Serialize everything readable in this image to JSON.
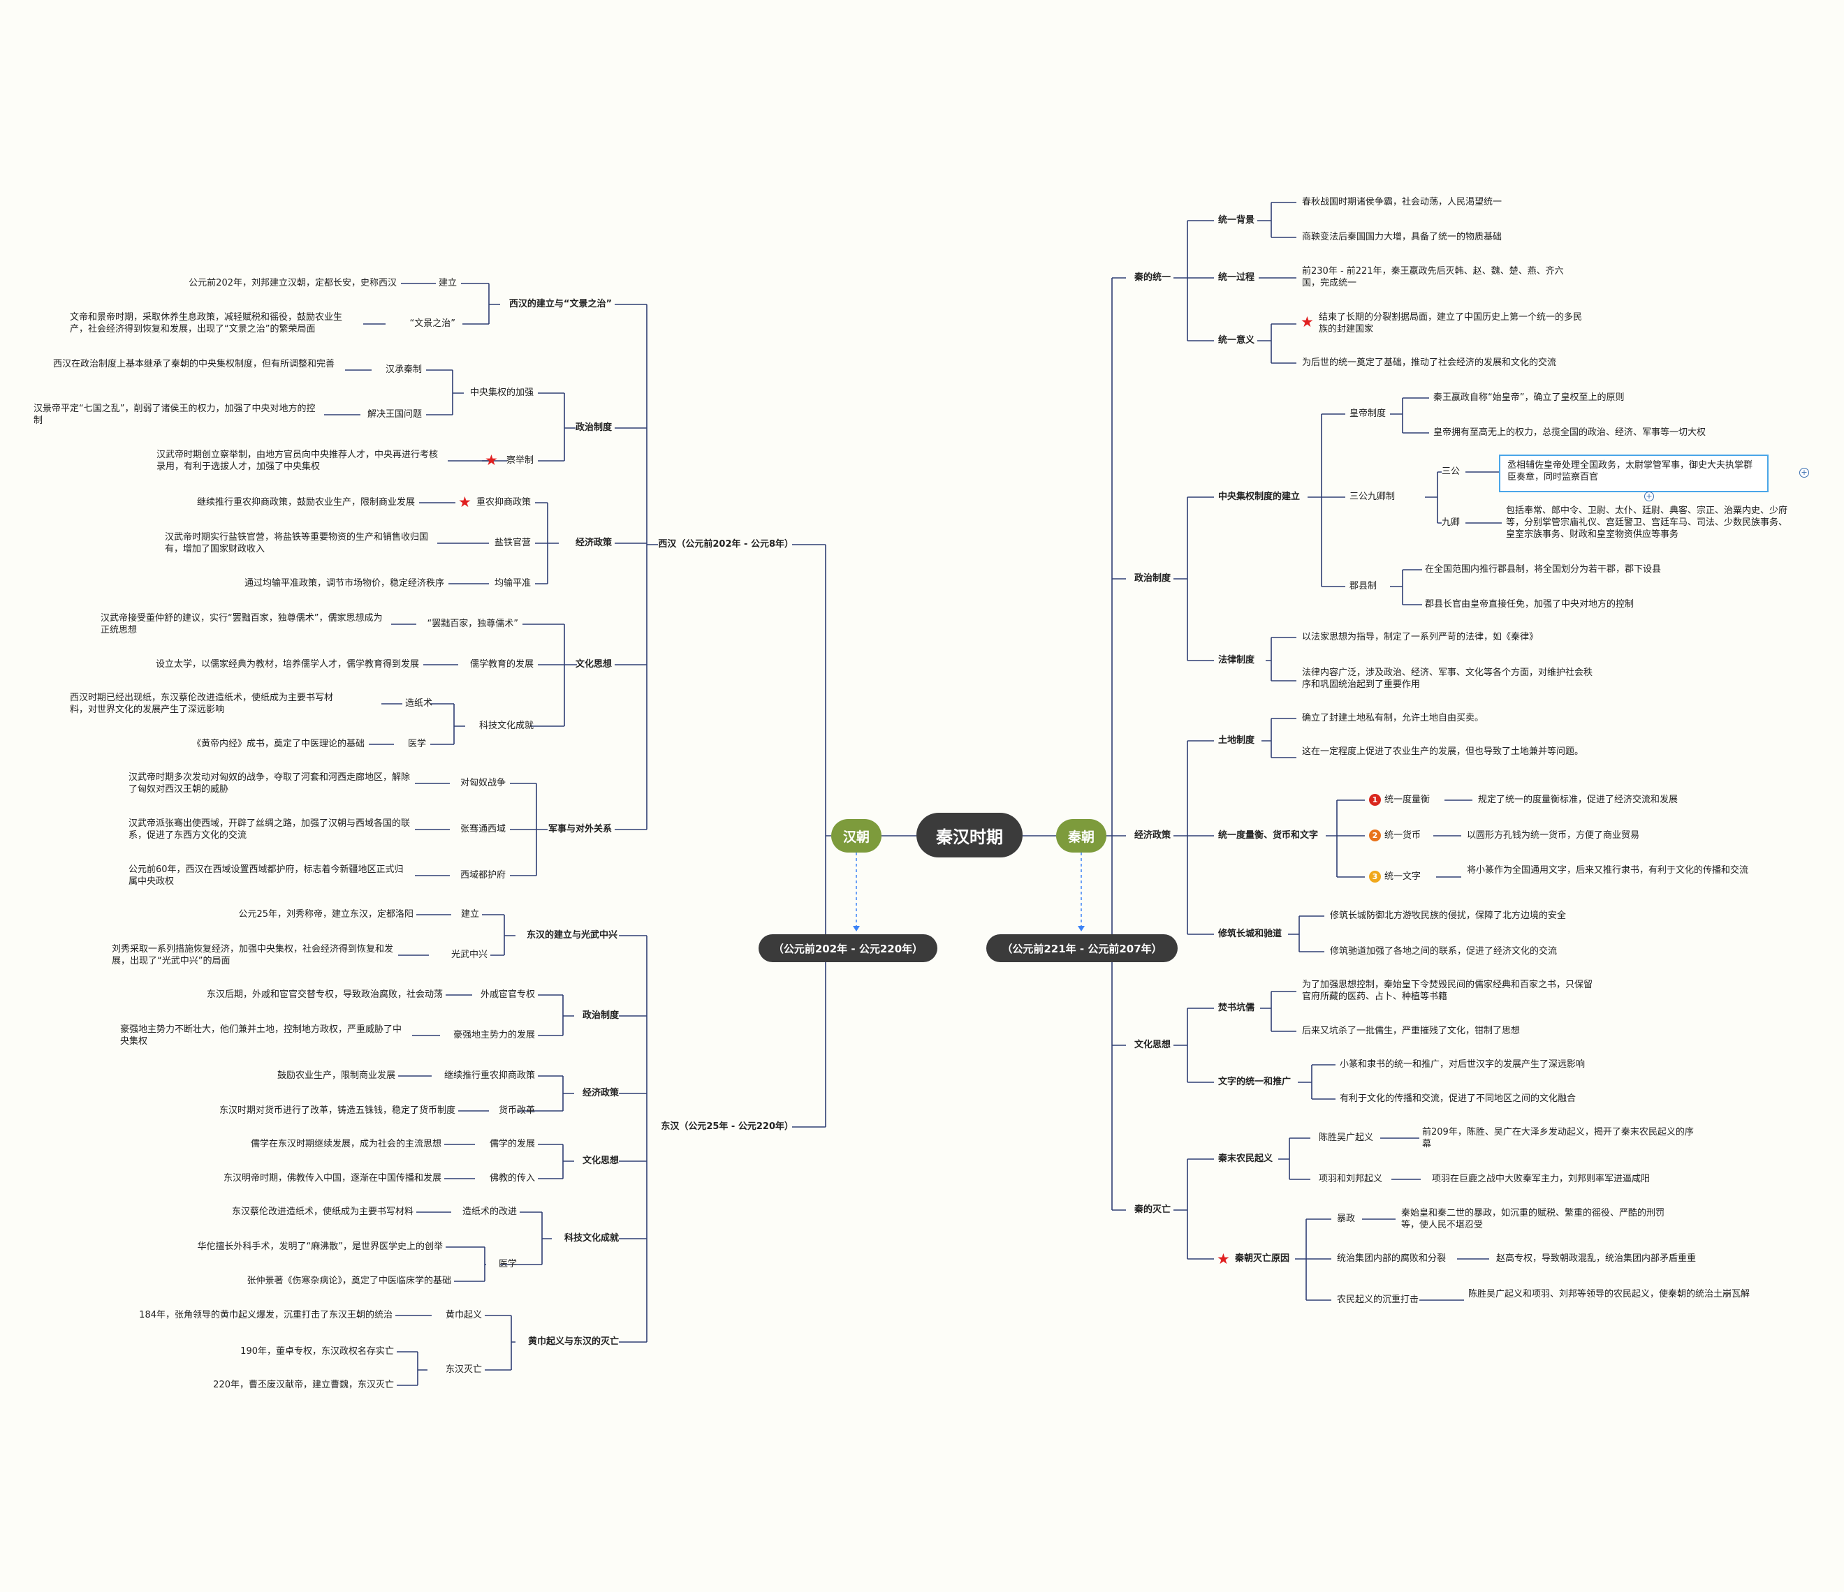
{
  "center": "秦汉时期",
  "colors": {
    "line": "#2f3f73",
    "root": "#3b3b3b",
    "branch": "#7d9b3c",
    "star": "#e02020",
    "dash": "#3b82f6"
  },
  "left": {
    "branch": "汉朝",
    "date": "（公元前202年 - 公元220年）",
    "xihan": {
      "title": "西汉（公元前202年 - 公元8年）",
      "g1": {
        "title": "西汉的建立与“文景之治”",
        "a": {
          "label": "建立",
          "text": "公元前202年，刘邦建立汉朝，定都长安，史称西汉"
        },
        "b": {
          "label": "“文景之治”",
          "text": "文帝和景帝时期，采取休养生息政策，减轻赋税和徭役，鼓励农业生产，社会经济得到恢复和发展，出现了“文景之治”的繁荣局面"
        }
      },
      "g2": {
        "title": "政治制度",
        "c": {
          "title": "中央集权的加强",
          "a": {
            "label": "汉承秦制",
            "text": "西汉在政治制度上基本继承了秦朝的中央集权制度，但有所调整和完善"
          },
          "b": {
            "label": "解决王国问题",
            "text": "汉景帝平定“七国之乱”，削弱了诸侯王的权力，加强了中央对地方的控制"
          }
        },
        "d": {
          "label": "察举制",
          "text": "汉武帝时期创立察举制，由地方官员向中央推荐人才，中央再进行考核录用，有利于选拔人才，加强了中央集权"
        }
      },
      "g3": {
        "title": "经济政策",
        "a": {
          "label": "重农抑商政策",
          "text": "继续推行重农抑商政策，鼓励农业生产，限制商业发展"
        },
        "b": {
          "label": "盐铁官营",
          "text": "汉武帝时期实行盐铁官营，将盐铁等重要物资的生产和销售收归国有，增加了国家财政收入"
        },
        "c": {
          "label": "均输平准",
          "text": "通过均输平准政策，调节市场物价，稳定经济秩序"
        }
      },
      "g4": {
        "title": "文化思想",
        "a": {
          "label": "“罢黜百家，独尊儒术”",
          "text": "汉武帝接受董仲舒的建议，实行“罢黜百家，独尊儒术”，儒家思想成为正统思想"
        },
        "b": {
          "label": "儒学教育的发展",
          "text": "设立太学，以儒家经典为教材，培养儒学人才，儒学教育得到发展"
        },
        "c": {
          "title": "科技文化成就",
          "a": {
            "label": "造纸术",
            "text": "西汉时期已经出现纸，东汉蔡伦改进造纸术，使纸成为主要书写材料，对世界文化的发展产生了深远影响"
          },
          "b": {
            "label": "医学",
            "text": "《黄帝内经》成书，奠定了中医理论的基础"
          }
        }
      },
      "g5": {
        "title": "军事与对外关系",
        "a": {
          "label": "对匈奴战争",
          "text": "汉武帝时期多次发动对匈奴的战争，夺取了河套和河西走廊地区，解除了匈奴对西汉王朝的威胁"
        },
        "b": {
          "label": "张骞通西域",
          "text": "汉武帝派张骞出使西域，开辟了丝绸之路，加强了汉朝与西域各国的联系，促进了东西方文化的交流"
        },
        "c": {
          "label": "西域都护府",
          "text": "公元前60年，西汉在西域设置西域都护府，标志着今新疆地区正式归属中央政权"
        }
      }
    },
    "donghan": {
      "title": "东汉（公元25年 - 公元220年）",
      "g1": {
        "title": "东汉的建立与光武中兴",
        "a": {
          "label": "建立",
          "text": "公元25年，刘秀称帝，建立东汉，定都洛阳"
        },
        "b": {
          "label": "光武中兴",
          "text": "刘秀采取一系列措施恢复经济，加强中央集权，社会经济得到恢复和发展，出现了“光武中兴”的局面"
        }
      },
      "g2": {
        "title": "政治制度",
        "a": {
          "label": "外戚宦官专权",
          "text": "东汉后期，外戚和宦官交替专权，导致政治腐败，社会动荡"
        },
        "b": {
          "label": "豪强地主势力的发展",
          "text": "豪强地主势力不断壮大，他们兼并土地，控制地方政权，严重威胁了中央集权"
        }
      },
      "g3": {
        "title": "经济政策",
        "a": {
          "label": "继续推行重农抑商政策",
          "text": "鼓励农业生产，限制商业发展"
        },
        "b": {
          "label": "货币改革",
          "text": "东汉时期对货币进行了改革，铸造五铢钱，稳定了货币制度"
        }
      },
      "g4": {
        "title": "文化思想",
        "a": {
          "label": "儒学的发展",
          "text": "儒学在东汉时期继续发展，成为社会的主流思想"
        },
        "b": {
          "label": "佛教的传入",
          "text": "东汉明帝时期，佛教传入中国，逐渐在中国传播和发展"
        }
      },
      "g5": {
        "title": "科技文化成就",
        "a": {
          "label": "造纸术的改进",
          "text": "东汉蔡伦改进造纸术，使纸成为主要书写材料"
        },
        "b": {
          "label": "医学",
          "t1": "华佗擅长外科手术，发明了“麻沸散”，是世界医学史上的创举",
          "t2": "张仲景著《伤寒杂病论》，奠定了中医临床学的基础"
        }
      },
      "g6": {
        "title": "黄巾起义与东汉的灭亡",
        "a": {
          "label": "黄巾起义",
          "text": "184年，张角领导的黄巾起义爆发，沉重打击了东汉王朝的统治"
        },
        "b": {
          "label": "东汉灭亡",
          "t1": "190年，董卓专权，东汉政权名存实亡",
          "t2": "220年，曹丕废汉献帝，建立曹魏，东汉灭亡"
        }
      }
    }
  },
  "right": {
    "branch": "秦朝",
    "date": "（公元前221年 - 公元前207年）",
    "g1": {
      "title": "秦的统一",
      "a": {
        "label": "统一背景",
        "t1": "春秋战国时期诸侯争霸，社会动荡，人民渴望统一",
        "t2": "商鞅变法后秦国国力大增，具备了统一的物质基础"
      },
      "b": {
        "label": "统一过程",
        "t1": "前230年 - 前221年，秦王嬴政先后灭韩、赵、魏、楚、燕、齐六国，完成统一"
      },
      "c": {
        "label": "统一意义",
        "t1": "结束了长期的分裂割据局面，建立了中国历史上第一个统一的多民族的封建国家",
        "t2": "为后世的统一奠定了基础，推动了社会经济的发展和文化的交流"
      }
    },
    "g2": {
      "title": "政治制度",
      "a": {
        "title": "中央集权制度的建立",
        "a": {
          "label": "皇帝制度",
          "t1": "秦王嬴政自称“始皇帝”，确立了皇权至上的原则",
          "t2": "皇帝拥有至高无上的权力，总揽全国的政治、经济、军事等一切大权"
        },
        "b": {
          "label": "三公九卿制",
          "sangong": "三公",
          "sangong_text": "丞相辅佐皇帝处理全国政务，太尉掌管军事，御史大夫执掌群臣奏章，同时监察百官",
          "jiuqing": "九卿",
          "jiuqing_text": "包括奉常、郎中令、卫尉、太仆、廷尉、典客、宗正、治粟内史、少府等，分别掌管宗庙礼仪、宫廷警卫、宫廷车马、司法、少数民族事务、皇室宗族事务、财政和皇室物资供应等事务"
        },
        "c": {
          "label": "郡县制",
          "t1": "在全国范围内推行郡县制，将全国划分为若干郡，郡下设县",
          "t2": "郡县长官由皇帝直接任免，加强了中央对地方的控制"
        }
      },
      "b": {
        "label": "法律制度",
        "t1": "以法家思想为指导，制定了一系列严苛的法律，如《秦律》",
        "t2": "法律内容广泛，涉及政治、经济、军事、文化等各个方面，对维护社会秩序和巩固统治起到了重要作用"
      }
    },
    "g3": {
      "title": "经济政策",
      "a": {
        "label": "土地制度",
        "t1": "确立了封建土地私有制，允许土地自由买卖。",
        "t2": "这在一定程度上促进了农业生产的发展，但也导致了土地兼并等问题。"
      },
      "b": {
        "title": "统一度量衡、货币和文字",
        "i1": {
          "num": "1",
          "label": "统一度量衡",
          "text": "规定了统一的度量衡标准，促进了经济交流和发展"
        },
        "i2": {
          "num": "2",
          "label": "统一货币",
          "text": "以圆形方孔钱为统一货币，方便了商业贸易"
        },
        "i3": {
          "num": "3",
          "label": "统一文字",
          "text": "将小篆作为全国通用文字，后来又推行隶书，有利于文化的传播和交流"
        }
      },
      "c": {
        "label": "修筑长城和驰道",
        "t1": "修筑长城防御北方游牧民族的侵扰，保障了北方边境的安全",
        "t2": "修筑驰道加强了各地之间的联系，促进了经济文化的交流"
      }
    },
    "g4": {
      "title": "文化思想",
      "a": {
        "label": "焚书坑儒",
        "t1": "为了加强思想控制，秦始皇下令焚毁民间的儒家经典和百家之书，只保留官府所藏的医药、占卜、种植等书籍",
        "t2": "后来又坑杀了一批儒生，严重摧残了文化，钳制了思想"
      },
      "b": {
        "label": "文字的统一和推广",
        "t1": "小篆和隶书的统一和推广，对后世汉字的发展产生了深远影响",
        "t2": "有利于文化的传播和交流，促进了不同地区之间的文化融合"
      }
    },
    "g5": {
      "title": "秦的灭亡",
      "a": {
        "title": "秦末农民起义",
        "a": {
          "label": "陈胜吴广起义",
          "text": "前209年，陈胜、吴广在大泽乡发动起义，揭开了秦末农民起义的序幕"
        },
        "b": {
          "label": "项羽和刘邦起义",
          "text": "项羽在巨鹿之战中大败秦军主力，刘邦则率军进逼咸阳"
        }
      },
      "b": {
        "title": "秦朝灭亡原因",
        "a": {
          "label": "暴政",
          "text": "秦始皇和秦二世的暴政，如沉重的赋税、繁重的徭役、严酷的刑罚等，使人民不堪忍受"
        },
        "b": {
          "label": "统治集团内部的腐败和分裂",
          "text": "赵高专权，导致朝政混乱，统治集团内部矛盾重重"
        },
        "c": {
          "label": "农民起义的沉重打击",
          "text": "陈胜吴广起义和项羽、刘邦等领导的农民起义，使秦朝的统治土崩瓦解"
        }
      }
    }
  }
}
